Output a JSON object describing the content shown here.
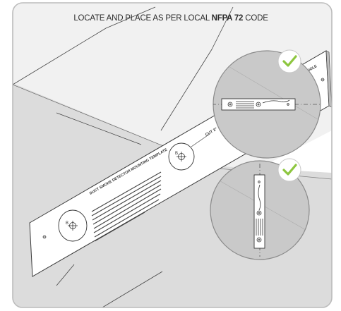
{
  "instruction": {
    "prefix": "LOCATE AND PLACE AS PER LOCAL ",
    "emphasis": "NFPA 72",
    "suffix": " CODE"
  },
  "template": {
    "title": "DUCT SMOKE DETECTOR MOUNTING TEMPLATE",
    "cut_label": "CUT 3\"",
    "hole_label": "DIA. HOLE",
    "hole_mark": "B"
  },
  "colors": {
    "frame_border": "#bcbcbc",
    "duct_top": "#f1f1f1",
    "duct_side": "#dcdcdc",
    "zoom_fill": "#c9c9c9",
    "check_green": "#8dc63f"
  },
  "icons": [
    "check-icon",
    "check-icon"
  ]
}
